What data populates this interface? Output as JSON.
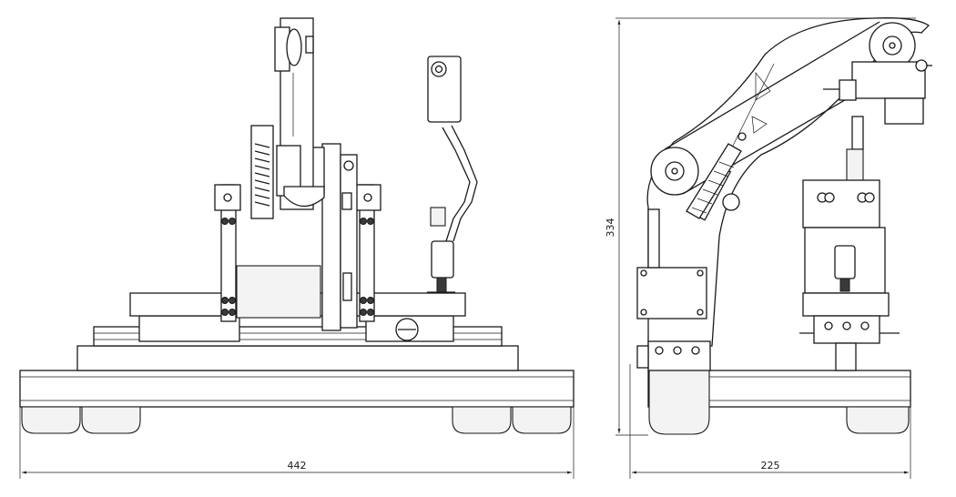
{
  "dimensions": {
    "front_width": "442",
    "side_width": "225",
    "height": "334"
  }
}
